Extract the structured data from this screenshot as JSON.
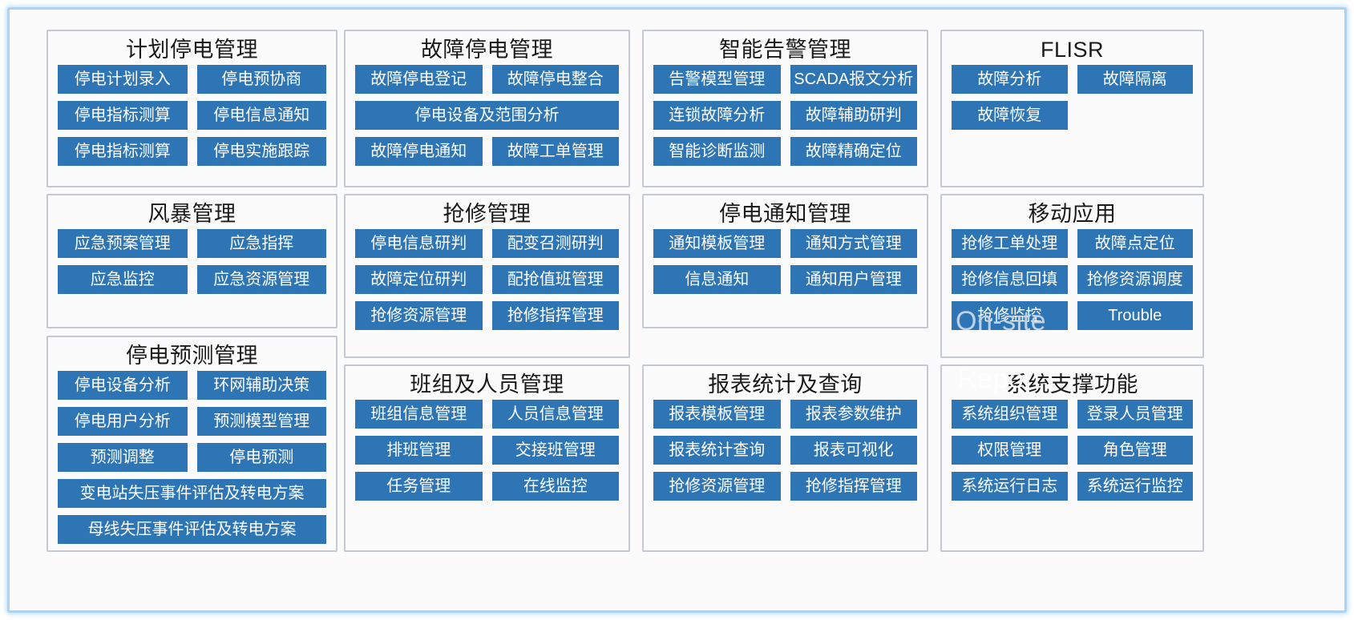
{
  "theme": {
    "button_color": "#2e75b6",
    "panel_border": "#c4c9d2",
    "frame_color": "#a8d4f7",
    "background": "#fbfbfc",
    "button_text": "#ffffff",
    "title_text": "#1a1a1a"
  },
  "panels": [
    {
      "id": "planned-outage-management",
      "title": "计划停电管理",
      "buttons": [
        {
          "label": "停电计划录入",
          "span": "half"
        },
        {
          "label": "停电预协商",
          "span": "half"
        },
        {
          "label": "停电指标测算",
          "span": "half"
        },
        {
          "label": "停电信息通知",
          "span": "half"
        },
        {
          "label": "停电指标测算",
          "span": "half"
        },
        {
          "label": "停电实施跟踪",
          "span": "half"
        }
      ]
    },
    {
      "id": "fault-outage-management",
      "title": "故障停电管理",
      "buttons": [
        {
          "label": "故障停电登记",
          "span": "half"
        },
        {
          "label": "故障停电整合",
          "span": "half"
        },
        {
          "label": "停电设备及范围分析",
          "span": "full"
        },
        {
          "label": "故障停电通知",
          "span": "half"
        },
        {
          "label": "故障工单管理",
          "span": "half"
        }
      ]
    },
    {
      "id": "intelligent-alarm-management",
      "title": "智能告警管理",
      "buttons": [
        {
          "label": "告警模型管理",
          "span": "half"
        },
        {
          "label": "SCADA报文分析",
          "span": "half"
        },
        {
          "label": "连锁故障分析",
          "span": "half"
        },
        {
          "label": "故障辅助研判",
          "span": "half"
        },
        {
          "label": "智能诊断监测",
          "span": "half"
        },
        {
          "label": "故障精确定位",
          "span": "half"
        }
      ]
    },
    {
      "id": "flisr",
      "title": "FLISR",
      "buttons": [
        {
          "label": "故障分析",
          "span": "half"
        },
        {
          "label": "故障隔离",
          "span": "half"
        },
        {
          "label": "故障恢复",
          "span": "half"
        }
      ]
    },
    {
      "id": "storm-management",
      "title": "风暴管理",
      "buttons": [
        {
          "label": "应急预案管理",
          "span": "half"
        },
        {
          "label": "应急指挥",
          "span": "half"
        },
        {
          "label": "应急监控",
          "span": "half"
        },
        {
          "label": "应急资源管理",
          "span": "half"
        }
      ]
    },
    {
      "id": "emergency-repair-management",
      "title": "抢修管理",
      "buttons": [
        {
          "label": "停电信息研判",
          "span": "half"
        },
        {
          "label": "配变召测研判",
          "span": "half"
        },
        {
          "label": "故障定位研判",
          "span": "half"
        },
        {
          "label": "配抢值班管理",
          "span": "half"
        },
        {
          "label": "抢修资源管理",
          "span": "half"
        },
        {
          "label": "抢修指挥管理",
          "span": "half"
        }
      ]
    },
    {
      "id": "outage-notification-management",
      "title": "停电通知管理",
      "buttons": [
        {
          "label": "通知模板管理",
          "span": "half"
        },
        {
          "label": "通知方式管理",
          "span": "half"
        },
        {
          "label": "信息通知",
          "span": "half"
        },
        {
          "label": "通知用户管理",
          "span": "half"
        }
      ]
    },
    {
      "id": "mobile-application",
      "title": "移动应用",
      "buttons": [
        {
          "label": "抢修工单处理",
          "span": "half"
        },
        {
          "label": "故障点定位",
          "span": "half"
        },
        {
          "label": "抢修信息回填",
          "span": "half"
        },
        {
          "label": "抢修资源调度",
          "span": "half"
        },
        {
          "label": "抢修监控",
          "span": "half"
        },
        {
          "label": "Trouble",
          "span": "half"
        }
      ]
    },
    {
      "id": "outage-forecast-management",
      "title": "停电预测管理",
      "buttons": [
        {
          "label": "停电设备分析",
          "span": "half"
        },
        {
          "label": "环网辅助决策",
          "span": "half"
        },
        {
          "label": "停电用户分析",
          "span": "half"
        },
        {
          "label": "预测模型管理",
          "span": "half"
        },
        {
          "label": "预测调整",
          "span": "half"
        },
        {
          "label": "停电预测",
          "span": "half"
        },
        {
          "label": "变电站失压事件评估及转电方案",
          "span": "full"
        },
        {
          "label": "母线失压事件评估及转电方案",
          "span": "full"
        }
      ]
    },
    {
      "id": "team-and-personnel-management",
      "title": "班组及人员管理",
      "buttons": [
        {
          "label": "班组信息管理",
          "span": "half"
        },
        {
          "label": "人员信息管理",
          "span": "half"
        },
        {
          "label": "排班管理",
          "span": "half"
        },
        {
          "label": "交接班管理",
          "span": "half"
        },
        {
          "label": "任务管理",
          "span": "half"
        },
        {
          "label": "在线监控",
          "span": "half"
        }
      ]
    },
    {
      "id": "report-statistics-and-query",
      "title": "报表统计及查询",
      "buttons": [
        {
          "label": "报表模板管理",
          "span": "half"
        },
        {
          "label": "报表参数维护",
          "span": "half"
        },
        {
          "label": "报表统计查询",
          "span": "half"
        },
        {
          "label": "报表可视化",
          "span": "half"
        },
        {
          "label": "抢修资源管理",
          "span": "half"
        },
        {
          "label": "抢修指挥管理",
          "span": "half"
        }
      ]
    },
    {
      "id": "system-support-functions",
      "title": "系统支撑功能",
      "buttons": [
        {
          "label": "系统组织管理",
          "span": "half"
        },
        {
          "label": "登录人员管理",
          "span": "half"
        },
        {
          "label": "权限管理",
          "span": "half"
        },
        {
          "label": "角色管理",
          "span": "half"
        },
        {
          "label": "系统运行日志",
          "span": "half"
        },
        {
          "label": "系统运行监控",
          "span": "half"
        }
      ]
    }
  ],
  "overlays": {
    "on_site": "On-site",
    "trouble": "Trouble",
    "report": "Report"
  }
}
